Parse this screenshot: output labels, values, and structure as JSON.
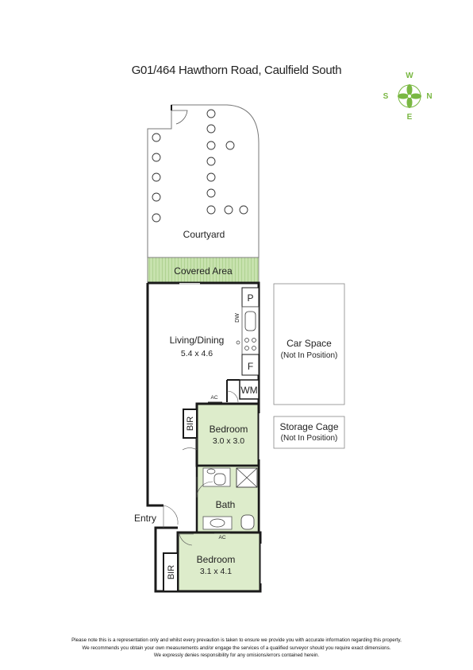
{
  "title": "G01/464 Hawthorn Road, Caulfield South",
  "compass": {
    "north": "N",
    "south": "S",
    "east": "E",
    "west": "W",
    "icon": "compass-icon",
    "color": "#7ab843"
  },
  "rooms": {
    "courtyard": "Courtyard",
    "covered_area": "Covered Area",
    "living_name": "Living/Dining",
    "living_dims": "5.4 x 4.6",
    "pantry": "P",
    "fridge": "F",
    "dishwasher": "DW",
    "washing_machine": "WM",
    "ac_upper": "AC",
    "ac_lower": "AC",
    "bir_upper": "BIR",
    "bedroom1_name": "Bedroom",
    "bedroom1_dims": "3.0 x 3.0",
    "bath": "Bath",
    "entry": "Entry",
    "bir_lower": "BIR",
    "bedroom2_name": "Bedroom",
    "bedroom2_dims": "3.1 x 4.1"
  },
  "outbuildings": {
    "car_space_name": "Car Space",
    "car_space_note": "(Not In Position)",
    "storage_name": "Storage Cage",
    "storage_note": "(Not In Position)"
  },
  "colors": {
    "room_fill": "#ddeccb",
    "wall": "#1a1a1a",
    "covered_stripe": "#a9cf8a"
  },
  "disclaimer": [
    "Please note this is a representation only and whilst every prevaution is taken to ensure we provide you with accurate information regarding this property,",
    "We recommends you obtain your own measurements and/or engage the services of a qualified surveyor should you require exact dimensions.",
    "We expressly denies responsibility for any omisions/errors contained herein."
  ]
}
